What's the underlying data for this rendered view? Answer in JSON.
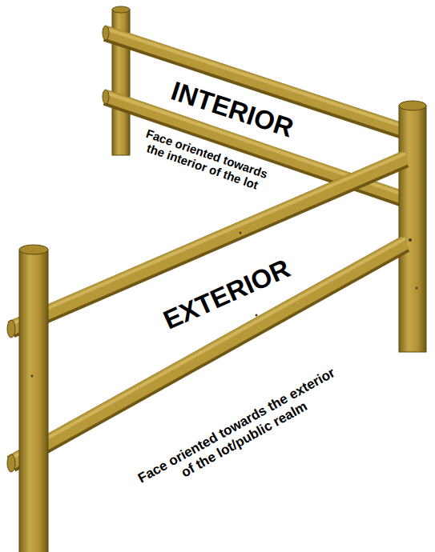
{
  "diagram": {
    "labels": [
      "INTERIOR",
      "Face oriented towards the interior of the lot",
      "EXTERIOR",
      "Face oriented towards the exterior of the lot/public realm"
    ]
  }
}
